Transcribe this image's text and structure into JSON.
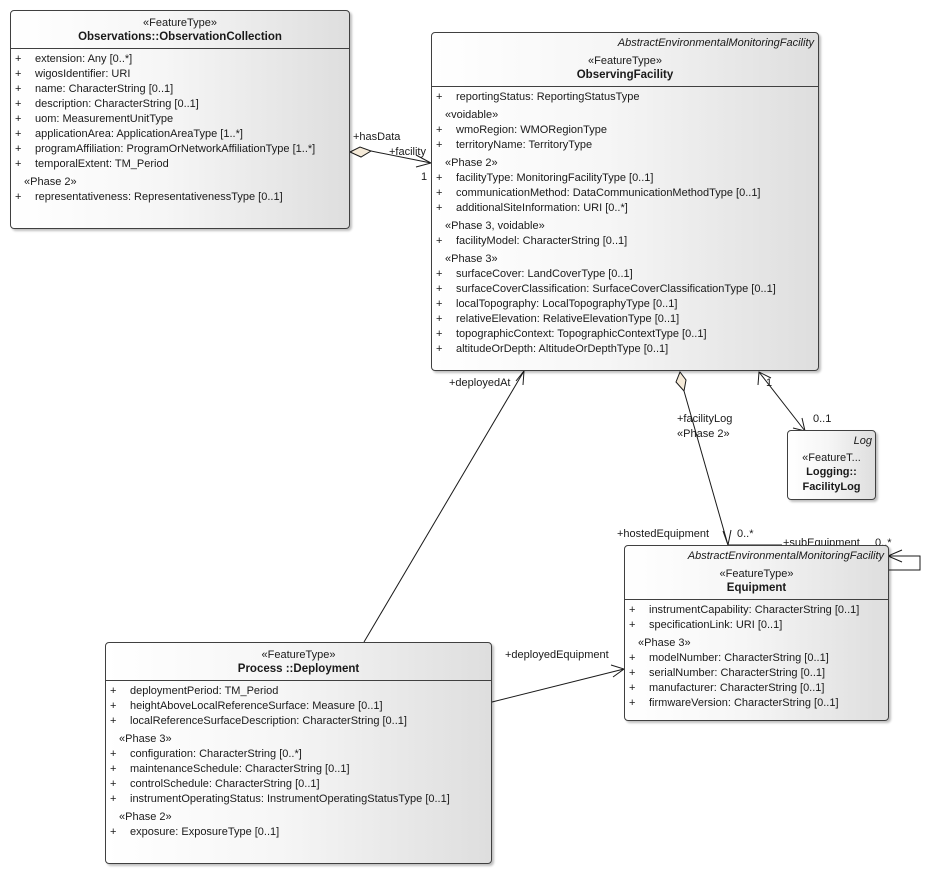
{
  "classes": {
    "observation_collection": {
      "stereotype": "«FeatureType»",
      "name": "Observations::ObservationCollection",
      "attributes": [
        {
          "vis": "+",
          "text": "extension: Any [0..*]"
        },
        {
          "vis": "+",
          "text": "wigosIdentifier: URI"
        },
        {
          "vis": "+",
          "text": "name: CharacterString [0..1]"
        },
        {
          "vis": "+",
          "text": "description: CharacterString [0..1]"
        },
        {
          "vis": "+",
          "text": "uom: MeasurementUnitType"
        },
        {
          "vis": "+",
          "text": "applicationArea: ApplicationAreaType [1..*]"
        },
        {
          "vis": "+",
          "text": "programAffiliation: ProgramOrNetworkAffiliationType [1..*]"
        },
        {
          "vis": "+",
          "text": "temporalExtent: TM_Period"
        }
      ],
      "groups": [
        {
          "label": "«Phase 2»",
          "attributes": [
            {
              "vis": "+",
              "text": "representativeness: RepresentativenessType [0..1]"
            }
          ]
        }
      ]
    },
    "observing_facility": {
      "parent": "AbstractEnvironmentalMonitoringFacility",
      "stereotype": "«FeatureType»",
      "name": "ObservingFacility",
      "attributes": [
        {
          "vis": "+",
          "text": "reportingStatus: ReportingStatusType"
        }
      ],
      "groups": [
        {
          "label": "«voidable»",
          "attributes": [
            {
              "vis": "+",
              "text": "wmoRegion: WMORegionType"
            },
            {
              "vis": "+",
              "text": "territoryName: TerritoryType"
            }
          ]
        },
        {
          "label": "«Phase 2»",
          "attributes": [
            {
              "vis": "+",
              "text": "facilityType: MonitoringFacilityType [0..1]"
            },
            {
              "vis": "+",
              "text": "communicationMethod: DataCommunicationMethodType [0..1]"
            },
            {
              "vis": "+",
              "text": "additionalSiteInformation: URI [0..*]"
            }
          ]
        },
        {
          "label": "«Phase 3, voidable»",
          "attributes": [
            {
              "vis": "+",
              "text": "facilityModel: CharacterString [0..1]"
            }
          ]
        },
        {
          "label": "«Phase 3»",
          "attributes": [
            {
              "vis": "+",
              "text": "surfaceCover: LandCoverType [0..1]"
            },
            {
              "vis": "+",
              "text": "surfaceCoverClassification: SurfaceCoverClassificationType [0..1]"
            },
            {
              "vis": "+",
              "text": "localTopography: LocalTopographyType [0..1]"
            },
            {
              "vis": "+",
              "text": "relativeElevation: RelativeElevationType [0..1]"
            },
            {
              "vis": "+",
              "text": "topographicContext: TopographicContextType [0..1]"
            },
            {
              "vis": "+",
              "text": "altitudeOrDepth: AltitudeOrDepthType [0..1]"
            }
          ]
        }
      ]
    },
    "facility_log": {
      "parent": "Log",
      "stereotype": "«FeatureT...",
      "name_line1": "Logging::",
      "name_line2": "FacilityLog"
    },
    "equipment": {
      "parent": "AbstractEnvironmentalMonitoringFacility",
      "stereotype": "«FeatureType»",
      "name": "Equipment",
      "attributes": [
        {
          "vis": "+",
          "text": "instrumentCapability: CharacterString [0..1]"
        },
        {
          "vis": "+",
          "text": "specificationLink: URI [0..1]"
        }
      ],
      "groups": [
        {
          "label": "«Phase 3»",
          "attributes": [
            {
              "vis": "+",
              "text": "modelNumber: CharacterString [0..1]"
            },
            {
              "vis": "+",
              "text": "serialNumber: CharacterString [0..1]"
            },
            {
              "vis": "+",
              "text": "manufacturer: CharacterString [0..1]"
            },
            {
              "vis": "+",
              "text": "firmwareVersion: CharacterString [0..1]"
            }
          ]
        }
      ]
    },
    "deployment": {
      "stereotype": "«FeatureType»",
      "name": "Process ::Deployment",
      "attributes": [
        {
          "vis": "+",
          "text": "deploymentPeriod: TM_Period"
        },
        {
          "vis": "+",
          "text": "heightAboveLocalReferenceSurface: Measure [0..1]"
        },
        {
          "vis": "+",
          "text": "localReferenceSurfaceDescription: CharacterString [0..1]"
        }
      ],
      "groups": [
        {
          "label": "«Phase 3»",
          "attributes": [
            {
              "vis": "+",
              "text": "configuration: CharacterString [0..*]"
            },
            {
              "vis": "+",
              "text": "maintenanceSchedule: CharacterString [0..1]"
            },
            {
              "vis": "+",
              "text": "controlSchedule: CharacterString [0..1]"
            },
            {
              "vis": "+",
              "text": "instrumentOperatingStatus: InstrumentOperatingStatusType [0..1]"
            }
          ]
        },
        {
          "label": "«Phase 2»",
          "attributes": [
            {
              "vis": "+",
              "text": "exposure: ExposureType [0..1]"
            }
          ]
        }
      ]
    }
  },
  "associations": {
    "has_data": {
      "source_role": "+hasData",
      "target_role": "+facility",
      "target_mult": "1"
    },
    "facility_log": {
      "role": "+facilityLog",
      "stereotype": "«Phase 2»",
      "source_mult": "1",
      "target_mult": "0..1"
    },
    "hosted_equipment": {
      "role": "+hostedEquipment",
      "mult": "0..*"
    },
    "sub_equipment": {
      "role": "+subEquipment",
      "mult": "0..*"
    },
    "deployed_at": {
      "role": "+deployedAt"
    },
    "deployed_equipment": {
      "role": "+deployedEquipment"
    }
  },
  "colors": {
    "line": "#1a1a1a",
    "aggregation_fill": "#f5ead8"
  }
}
